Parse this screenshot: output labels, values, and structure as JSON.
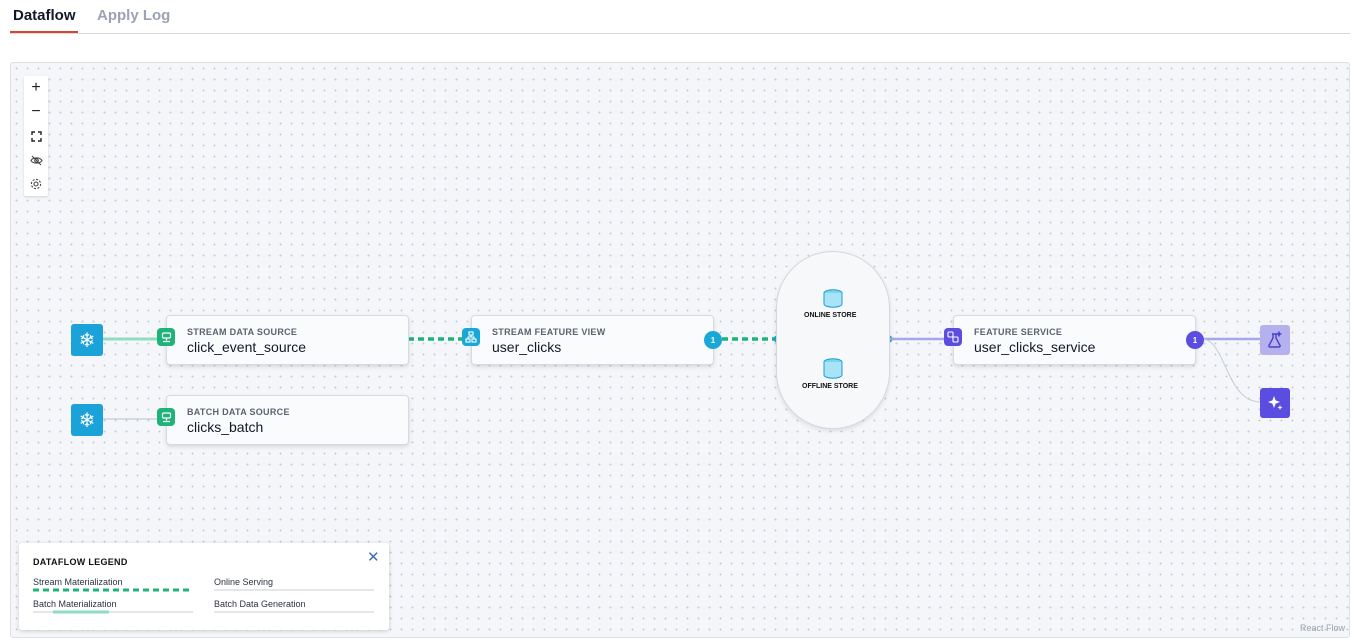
{
  "tabs": [
    {
      "label": "Dataflow",
      "active": true
    },
    {
      "label": "Apply Log",
      "active": false
    }
  ],
  "controls": {
    "zoom_in": "+",
    "zoom_out": "−",
    "icons": [
      "plus-icon",
      "minus-icon",
      "fit-view-icon",
      "eye-off-icon",
      "gear-icon"
    ]
  },
  "nodes": {
    "stream_source": {
      "kind": "STREAM DATA SOURCE",
      "name": "click_event_source"
    },
    "batch_source": {
      "kind": "BATCH DATA SOURCE",
      "name": "clicks_batch"
    },
    "feature_view": {
      "kind": "STREAM FEATURE VIEW",
      "name": "user_clicks",
      "badge": "1"
    },
    "feature_service": {
      "kind": "FEATURE SERVICE",
      "name": "user_clicks_service",
      "badge": "1"
    }
  },
  "stores": {
    "online": "ONLINE STORE",
    "offline": "OFFLINE STORE"
  },
  "legend": {
    "title": "DATAFLOW LEGEND",
    "close": "✕",
    "items": {
      "stream": "Stream Materialization",
      "online": "Online Serving",
      "batch": "Batch Materialization",
      "batch_gen": "Batch Data Generation"
    }
  },
  "attribution": "React Flow",
  "colors": {
    "stream": "#1fb37a",
    "serving": "#a7a6e8",
    "snowflake": "#1ba2d8",
    "feature_view": "#19a7d7",
    "service": "#5b4de0",
    "accent": "#d9452b"
  }
}
